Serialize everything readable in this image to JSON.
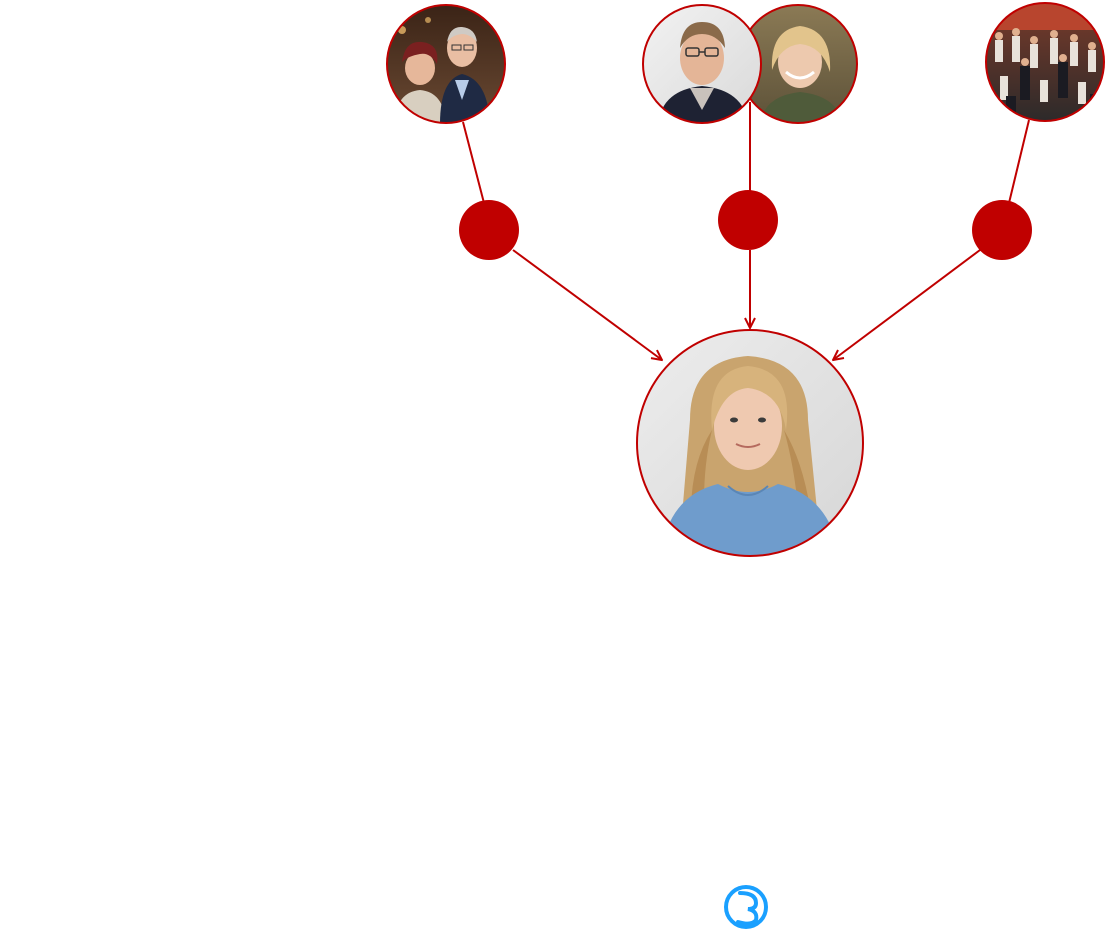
{
  "colors": {
    "accent": "#c00000",
    "background": "#ffffff",
    "logo_blue": "#1aa0ff"
  },
  "diagram": {
    "donors": [
      {
        "icon": "photo-couple-donors"
      },
      {
        "icon": "photo-two-donors"
      },
      {
        "icon": "photo-crowd-event"
      }
    ],
    "recipient": {
      "icon": "photo-young-woman-recipient"
    },
    "logo": {
      "icon": "brand-logo-icon"
    }
  }
}
